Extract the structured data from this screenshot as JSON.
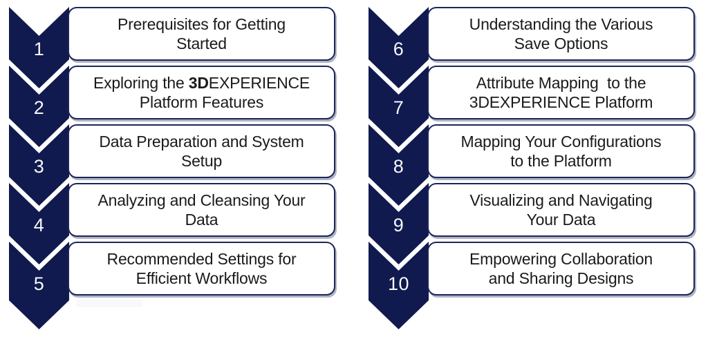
{
  "colors": {
    "background": "#ffffff",
    "chevron_fill": "#101a4e",
    "box_border": "#1b2557",
    "box_fill": "#ffffff",
    "text": "#1a1a1a",
    "number_text": "#f7f8fa",
    "watermark": "#f7f9fb"
  },
  "diagram": {
    "columns": [
      {
        "side": "left",
        "items": [
          {
            "number": "1",
            "lines": [
              [
                {
                  "text": "Prerequisites for Getting",
                  "bold": false
                }
              ],
              [
                {
                  "text": "Started",
                  "bold": false
                }
              ]
            ]
          },
          {
            "number": "2",
            "lines": [
              [
                {
                  "text": "Exploring the ",
                  "bold": false
                },
                {
                  "text": "3D",
                  "bold": true
                },
                {
                  "text": "EXPERIENCE",
                  "bold": false
                }
              ],
              [
                {
                  "text": "Platform Features",
                  "bold": false
                }
              ]
            ]
          },
          {
            "number": "3",
            "lines": [
              [
                {
                  "text": "Data Preparation and System",
                  "bold": false
                }
              ],
              [
                {
                  "text": "Setup",
                  "bold": false
                }
              ]
            ]
          },
          {
            "number": "4",
            "lines": [
              [
                {
                  "text": "Analyzing and Cleansing Your",
                  "bold": false
                }
              ],
              [
                {
                  "text": "Data",
                  "bold": false
                }
              ]
            ]
          },
          {
            "number": "5",
            "lines": [
              [
                {
                  "text": "Recommended Settings for",
                  "bold": false
                }
              ],
              [
                {
                  "text": "Efficient Workflows",
                  "bold": false
                }
              ]
            ]
          }
        ]
      },
      {
        "side": "right",
        "items": [
          {
            "number": "6",
            "lines": [
              [
                {
                  "text": "Understanding the Various",
                  "bold": false
                }
              ],
              [
                {
                  "text": "Save Options",
                  "bold": false
                }
              ]
            ]
          },
          {
            "number": "7",
            "lines": [
              [
                {
                  "text": "Attribute Mapping  to the",
                  "bold": false
                }
              ],
              [
                {
                  "text": "3DEXPERIENCE Platform",
                  "bold": false
                }
              ]
            ]
          },
          {
            "number": "8",
            "lines": [
              [
                {
                  "text": "Mapping Your Configurations",
                  "bold": false
                }
              ],
              [
                {
                  "text": "to the Platform",
                  "bold": false
                }
              ]
            ]
          },
          {
            "number": "9",
            "lines": [
              [
                {
                  "text": "Visualizing and Navigating",
                  "bold": false
                }
              ],
              [
                {
                  "text": "Your Data",
                  "bold": false
                }
              ]
            ]
          },
          {
            "number": "10",
            "lines": [
              [
                {
                  "text": "Empowering Collaboration",
                  "bold": false
                }
              ],
              [
                {
                  "text": "and Sharing Designs",
                  "bold": false
                }
              ]
            ]
          }
        ]
      }
    ]
  }
}
